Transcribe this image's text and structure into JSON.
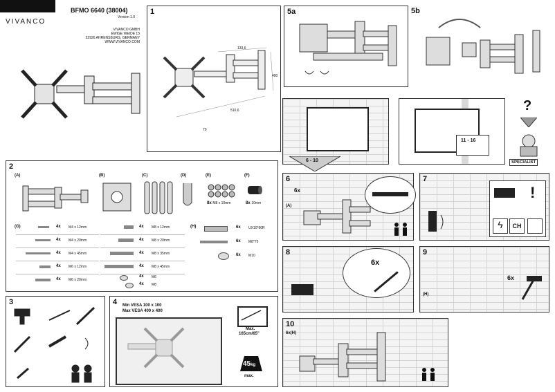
{
  "brand": {
    "logo": "VIVANCO",
    "model": "BFMO 6640 (38004)",
    "version": "Version 1.0",
    "address": [
      "VIVANCO GMBH",
      "EWIGE WEIDE 15",
      "22926 AHRENSBURG, GERMANY",
      "WWW.VIVANCO.COM"
    ]
  },
  "steps": {
    "s1": "1",
    "s2": "2",
    "s3": "3",
    "s4": "4",
    "s5a": "5a",
    "s5b": "5b",
    "s6": "6",
    "s7": "7",
    "s8": "8",
    "s9": "9",
    "s10": "10"
  },
  "step1": {
    "dims": [
      "133,6",
      "400",
      "70",
      "510,6"
    ]
  },
  "step2": {
    "groups": {
      "A": "(A)",
      "B": "(B)",
      "C": "(C)",
      "D": "(D)",
      "E": "(E)",
      "F": "(F)",
      "G": "(G)",
      "H": "(H)"
    },
    "E_spec": {
      "qty": "8x",
      "size": "M8 x 10mm"
    },
    "F_spec": {
      "qty": "8x",
      "size": "10mm"
    },
    "G_items": [
      {
        "qty": "4x",
        "size": "M4 x 12mm"
      },
      {
        "qty": "4x",
        "size": "M4 x 20mm"
      },
      {
        "qty": "4x",
        "size": "M4 x 45mm"
      },
      {
        "qty": "4x",
        "size": "M6 x 12mm"
      },
      {
        "qty": "4x",
        "size": "M6 x 20mm"
      }
    ],
    "G2_items": [
      {
        "qty": "4x",
        "size": "M8 x 12mm"
      },
      {
        "qty": "4x",
        "size": "M8 x 20mm"
      },
      {
        "qty": "4x",
        "size": "M8 x 35mm"
      },
      {
        "qty": "4x",
        "size": "M8 x 45mm"
      },
      {
        "qty": "4x",
        "size": "M6"
      },
      {
        "qty": "4x",
        "size": "M8"
      }
    ],
    "H_items": [
      {
        "qty": "6x",
        "size": "UX10*60R"
      },
      {
        "qty": "6x",
        "size": "M8*75"
      },
      {
        "qty": "6x",
        "size": "M10"
      }
    ]
  },
  "step4": {
    "vesa_min": "Min VESA  100 x 100",
    "vesa_max": "Max VESA 400 x 400",
    "max_size": "Max.",
    "max_size_val": "165cm/65\"",
    "weight": "45",
    "weight_unit": "kg",
    "weight_label": "max."
  },
  "wall": {
    "range_a": "6 - 10",
    "range_b": "11 - 16",
    "question": "?",
    "specialist": "SPECIALIST"
  },
  "step6": {
    "count": "6x",
    "group": "(A)"
  },
  "step7": {
    "warn": "!",
    "ch": "CH"
  },
  "step8": {
    "count": "6x"
  },
  "step9": {
    "count": "6x",
    "group": "(H)"
  },
  "step10": {
    "group": "6x(H)"
  }
}
